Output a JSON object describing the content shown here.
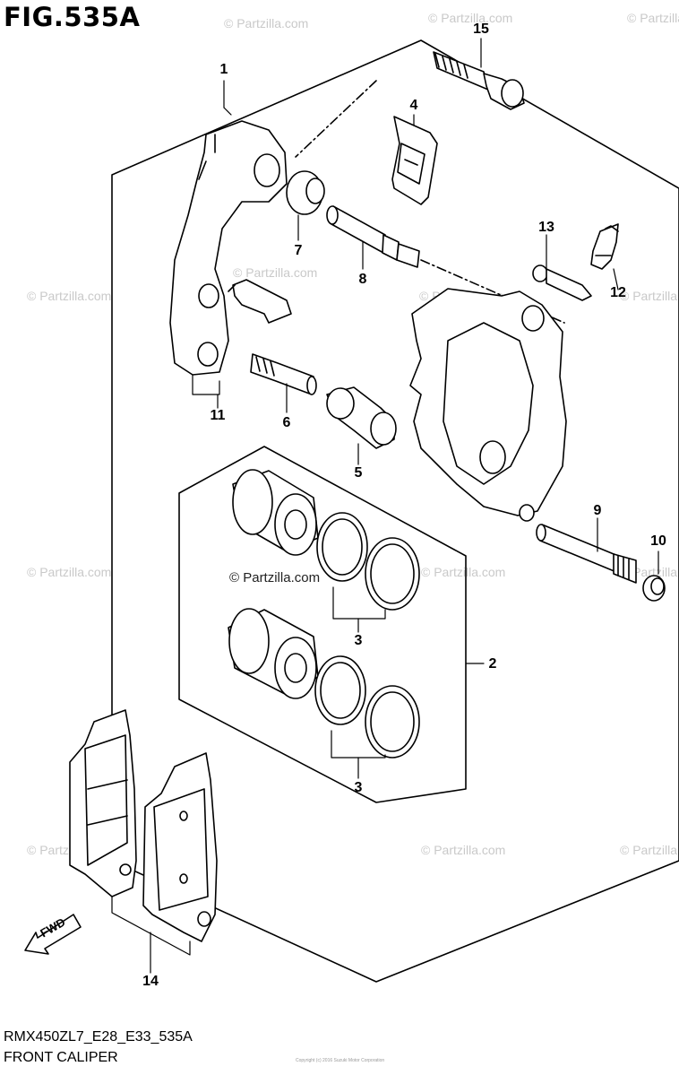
{
  "figure": {
    "title": "FIG.535A"
  },
  "watermarks": [
    "© Partzilla.com"
  ],
  "center_watermark": "© Partzilla.com",
  "callouts": {
    "c1": "1",
    "c2": "2",
    "c3a": "3",
    "c3b": "3",
    "c4": "4",
    "c5": "5",
    "c6": "6",
    "c7": "7",
    "c8": "8",
    "c9": "9",
    "c10": "10",
    "c11": "11",
    "c12": "12",
    "c13": "13",
    "c14": "14",
    "c15": "15"
  },
  "direction_arrow": "FWD",
  "footer": {
    "code": "RMX450ZL7_E28_E33_535A",
    "title": "FRONT CALIPER",
    "note": "Copyright (c) 2016 Suzuki Motor Corporation"
  }
}
